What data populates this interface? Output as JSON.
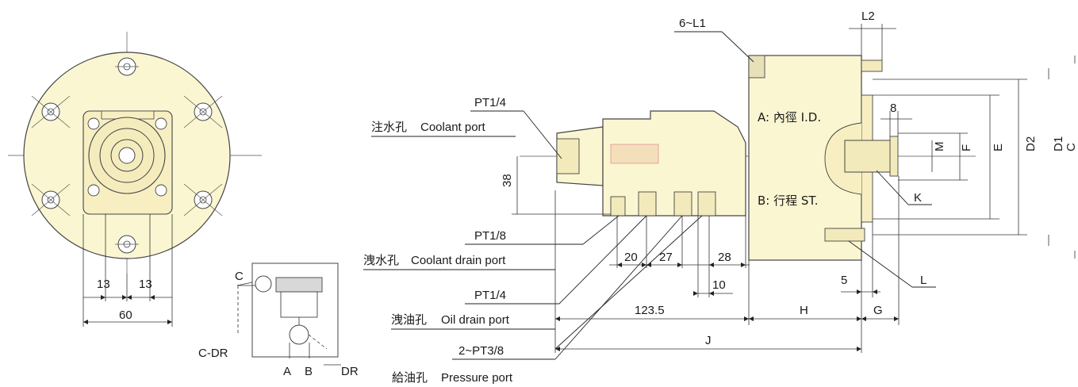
{
  "front_view": {
    "dims": {
      "left": "13",
      "right": "13",
      "width": "60"
    }
  },
  "port_diagram": {
    "labels": {
      "c": "C",
      "c_dr": "C-DR",
      "a": "A",
      "b": "B",
      "dr": "DR"
    }
  },
  "side_view": {
    "callouts": {
      "pt14_top": "PT1/4",
      "coolant_port_cn": "注水孔",
      "coolant_port": "Coolant port",
      "pt18": "PT1/8",
      "coolant_drain_cn": "洩水孔",
      "coolant_drain": "Coolant drain port",
      "pt14_mid": "PT1/4",
      "oil_drain_cn": "洩油孔",
      "oil_drain": "Oil drain port",
      "pt38": "2~PT3/8",
      "pressure_cn": "給油孔",
      "pressure": "Pressure port",
      "l1": "6~L1",
      "l2": "L2",
      "id_label": "A: 內徑 I.D.",
      "st_label": "B: 行程 ST.",
      "k": "K",
      "l": "L"
    },
    "dims": {
      "d38": "38",
      "d20": "20",
      "d27": "27",
      "d28": "28",
      "d10": "10",
      "d123_5": "123.5",
      "h": "H",
      "j": "J",
      "d5": "5",
      "g": "G",
      "d8": "8",
      "m": "M",
      "f": "F",
      "e": "E",
      "d2": "D2",
      "d1": "D1",
      "c": "C"
    }
  }
}
